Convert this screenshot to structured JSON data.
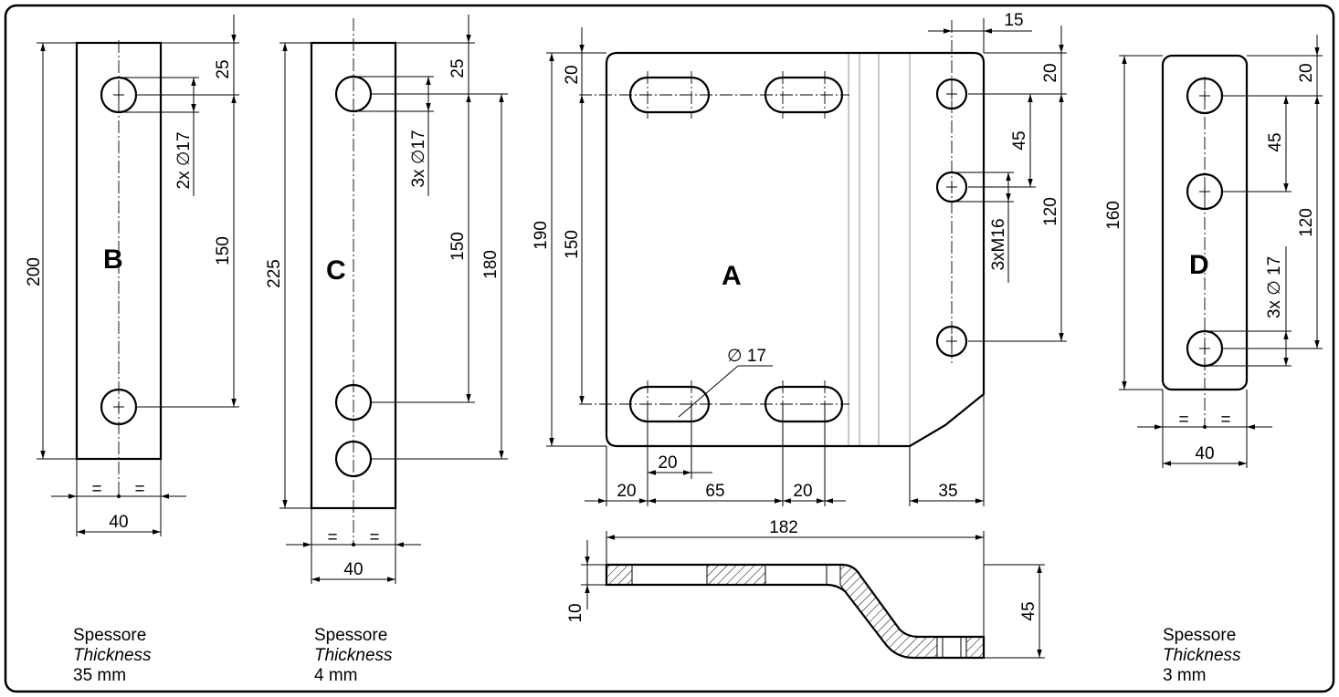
{
  "parts": {
    "B": {
      "letter": "B",
      "dims": {
        "height": "200",
        "top": "25",
        "pitch": "150",
        "width": "40",
        "equal_a": "=",
        "equal_b": "=",
        "holes": "2x ∅17"
      },
      "caption": {
        "label_it": "Spessore",
        "label_en": "Thickness",
        "value": "35 mm"
      }
    },
    "C": {
      "letter": "C",
      "dims": {
        "height": "225",
        "top": "25",
        "pitch": "150",
        "pitch2": "180",
        "width": "40",
        "equal_a": "=",
        "equal_b": "=",
        "holes": "3x ∅17"
      },
      "caption": {
        "label_it": "Spessore",
        "label_en": "Thickness",
        "value": "4 mm"
      }
    },
    "A": {
      "letter": "A",
      "dims": {
        "height": "190",
        "top": "20",
        "pitch": "150",
        "right_top": "20",
        "right_pitch": "45",
        "right_span": "120",
        "right_offset": "15",
        "thread": "3xM16",
        "hole": "∅ 17",
        "slot_len": "20",
        "b_left": "20",
        "b_mid": "65",
        "b_right": "20",
        "b_chamfer": "35",
        "side_len": "182",
        "side_thick": "10",
        "side_height": "45"
      }
    },
    "D": {
      "letter": "D",
      "dims": {
        "height": "160",
        "top": "20",
        "pitch": "45",
        "span": "120",
        "width": "40",
        "equal_a": "=",
        "equal_b": "=",
        "holes": "3x ∅ 17"
      },
      "caption": {
        "label_it": "Spessore",
        "label_en": "Thickness",
        "value": "3 mm"
      }
    }
  }
}
